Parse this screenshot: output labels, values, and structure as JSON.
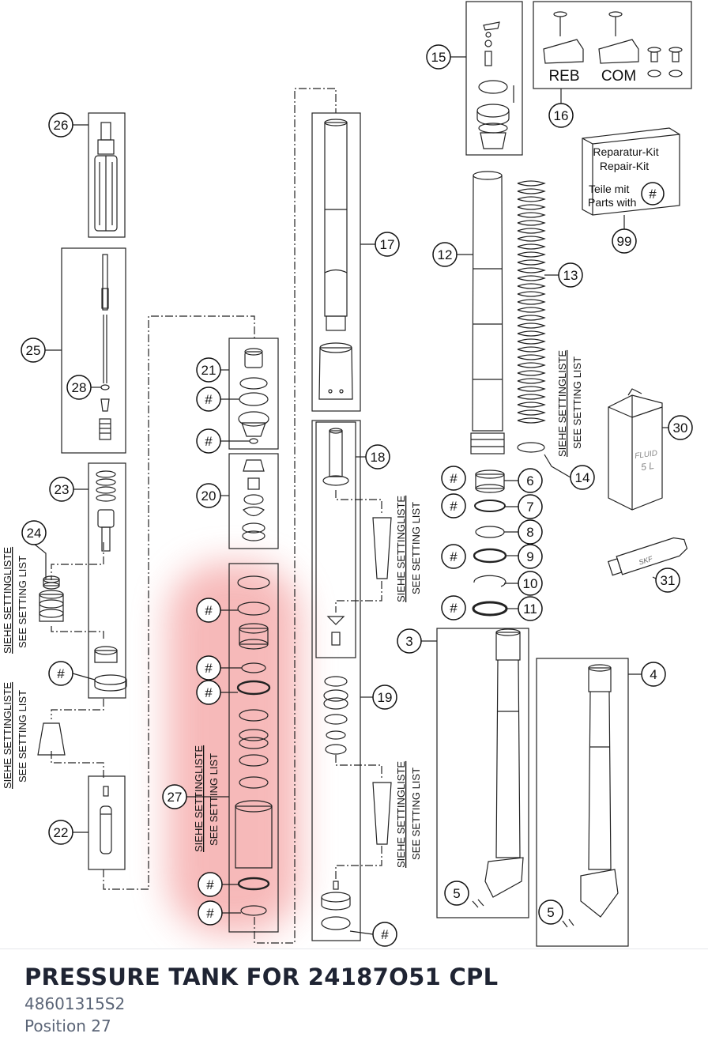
{
  "footer": {
    "title": "PRESSURE TANK FOR 24187O51 CPL",
    "part_number": "48601315S2",
    "position": "Position 27"
  },
  "diagram": {
    "highlight_color": "#f08080",
    "callouts": {
      "c3": "3",
      "c4": "4",
      "c5a": "5",
      "c5b": "5",
      "c6": "6",
      "c7": "7",
      "c8": "8",
      "c9": "9",
      "c10": "10",
      "c11": "11",
      "c12": "12",
      "c13": "13",
      "c14": "14",
      "c15": "15",
      "c16": "16",
      "c17": "17",
      "c18": "18",
      "c19": "19",
      "c20": "20",
      "c21": "21",
      "c22": "22",
      "c23": "23",
      "c24": "24",
      "c25": "25",
      "c26": "26",
      "c27": "27",
      "c28": "28",
      "c30": "30",
      "c31": "31",
      "c99": "99",
      "hash": "#"
    },
    "setting_de": "SIEHE SETTINGLISTE",
    "setting_en": "SEE SETTING LIST",
    "labels": {
      "reb": "REB",
      "com": "COM",
      "repair_de": "Reparatur-Kit",
      "repair_en": "Repair-Kit",
      "parts_de": "Teile mit",
      "parts_en": "Parts with",
      "fluid": "FLUID",
      "fluid_vol": "5 L",
      "tube": "SKF"
    }
  }
}
